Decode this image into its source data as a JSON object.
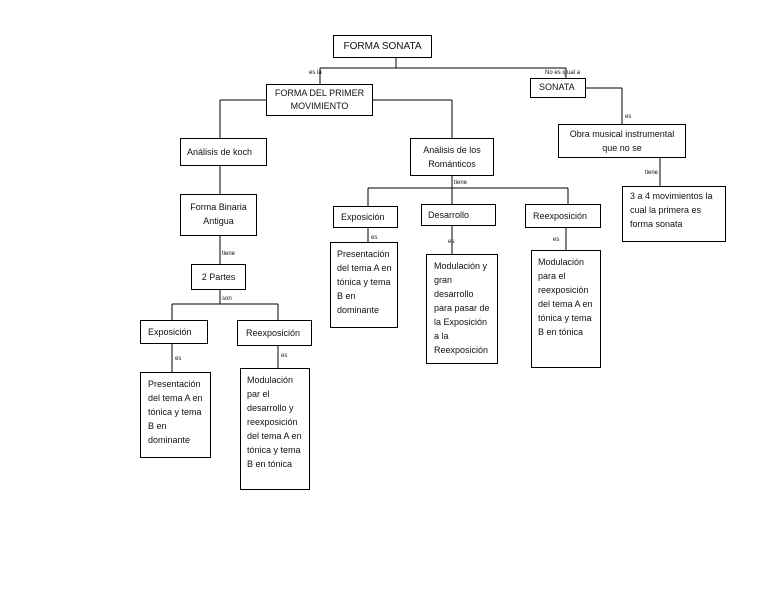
{
  "nodes": {
    "root": "FORMA SONATA",
    "primer_mov": "FORMA DEL PRIMER MOVIMIENTO",
    "sonata": "SONATA",
    "obra_musical": "Obra musical instrumental que no se",
    "movimientos": "3 a 4 movimientos la cual la primera es forma sonata",
    "analisis_koch": "Análisis de koch",
    "analisis_romanticos": "Análisis de los Románticos",
    "forma_binaria": "Forma Binaria Antigua",
    "dos_partes": "2 Partes",
    "k_exposicion": "Exposición",
    "k_reexposicion": "Reexposición",
    "k_exposicion_desc": "Presentación del tema A en tónica y tema B en dominante",
    "k_reexposicion_desc": "Modulación par el desarrollo y reexposición del tema A en tónica y tema B en tónica",
    "r_exposicion": "Exposición",
    "r_desarrollo": "Desarrollo",
    "r_reexposicion": "Reexposición",
    "r_exposicion_desc": "Presentación del tema A en tónica y tema B en dominante",
    "r_desarrollo_desc": "Modulación y gran desarrollo para pasar de la Exposición a la Reexposición",
    "r_reexposicion_desc": "Modulación para el reexposición del tema A en tónica y tema B en tónica"
  },
  "labels": {
    "es_la": "es la",
    "no_es_igual_a": "No es igual a",
    "es_obra": "es",
    "tiene_mov": "tiene",
    "tiene_partes": "tiene",
    "son": "son",
    "tiene_rom": "tiene",
    "es_kexp": "es",
    "es_kre": "es",
    "es_rexp": "es",
    "es_rdes": "es",
    "es_rre": "es"
  }
}
